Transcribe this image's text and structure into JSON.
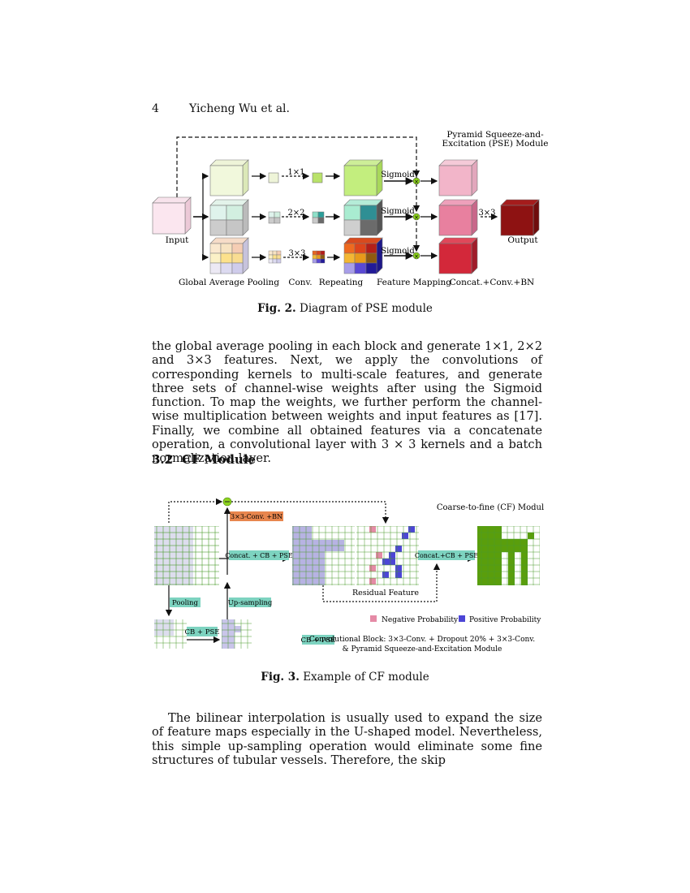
{
  "header": {
    "page_number": "4",
    "authors": "Yicheng Wu et al."
  },
  "fig2": {
    "title_line1": "Pyramid  Squeeze-and-",
    "title_line2": "Excitation (PSE) Module",
    "label_input": "Input",
    "label_output": "Output",
    "kernel_1": "1×1",
    "kernel_2": "2×2",
    "kernel_3": "3×3",
    "kernel_out": "3×3",
    "sigmoid": "Sigmoid",
    "stage_gap": "Global Average Pooling",
    "stage_conv": "Conv.",
    "stage_repeat": "Repeating",
    "stage_map": "Feature Mapping",
    "stage_concat": "Concat.+Conv.+BN",
    "caption_label": "Fig. 2.",
    "caption_text": "Diagram of PSE module"
  },
  "para1": "the global average pooling in each block and generate 1×1, 2×2 and 3×3 features. Next, we apply the convolutions of corresponding kernels to multi-scale features, and generate three sets of channel-wise weights after using the Sigmoid function. To map the weights, we further perform the channel-wise multiplication between weights and input features as [17]. Finally, we combine all obtained features via a concatenate operation, a convolutional layer with 3 × 3 kernels and a batch normalization layer.",
  "section": {
    "number": "3.2",
    "title": "CF Module"
  },
  "fig3": {
    "module_title": "Coarse-to-fine (CF) Module",
    "conv_bn": "3×3-Conv. +BN",
    "concat1": "Concat. + CB + PSE",
    "concat2": "Concat.+CB + PSE",
    "pooling": "Pooling",
    "upsampling": "Up-sampling",
    "cb_pse": "CB + PSE",
    "residual": "Residual Feature",
    "neg_prob": "Negative Probability",
    "pos_prob": "Positive Probability",
    "legend_box": "CB + PSE",
    "legend_line1": "Convolutional Block: 3×3-Conv. + Dropout 20% + 3×3-Conv.",
    "legend_line2": "& Pyramid  Squeeze-and-Excitation Module",
    "caption_label": "Fig. 3.",
    "caption_text": "Example of CF module"
  },
  "para2": "The bilinear interpolation is usually used to expand the size of feature maps especially in the U-shaped model. Nevertheless, this simple up-sampling operation would eliminate some fine structures of tubular vessels. Therefore, the skip",
  "colors": {
    "accent_orange": "#e8864e",
    "teal_box": "#7dd3c0",
    "green_circle": "#8ed41e",
    "neg": "#e58aa6",
    "pos": "#4c45d6",
    "output_red": "#8e1212"
  }
}
